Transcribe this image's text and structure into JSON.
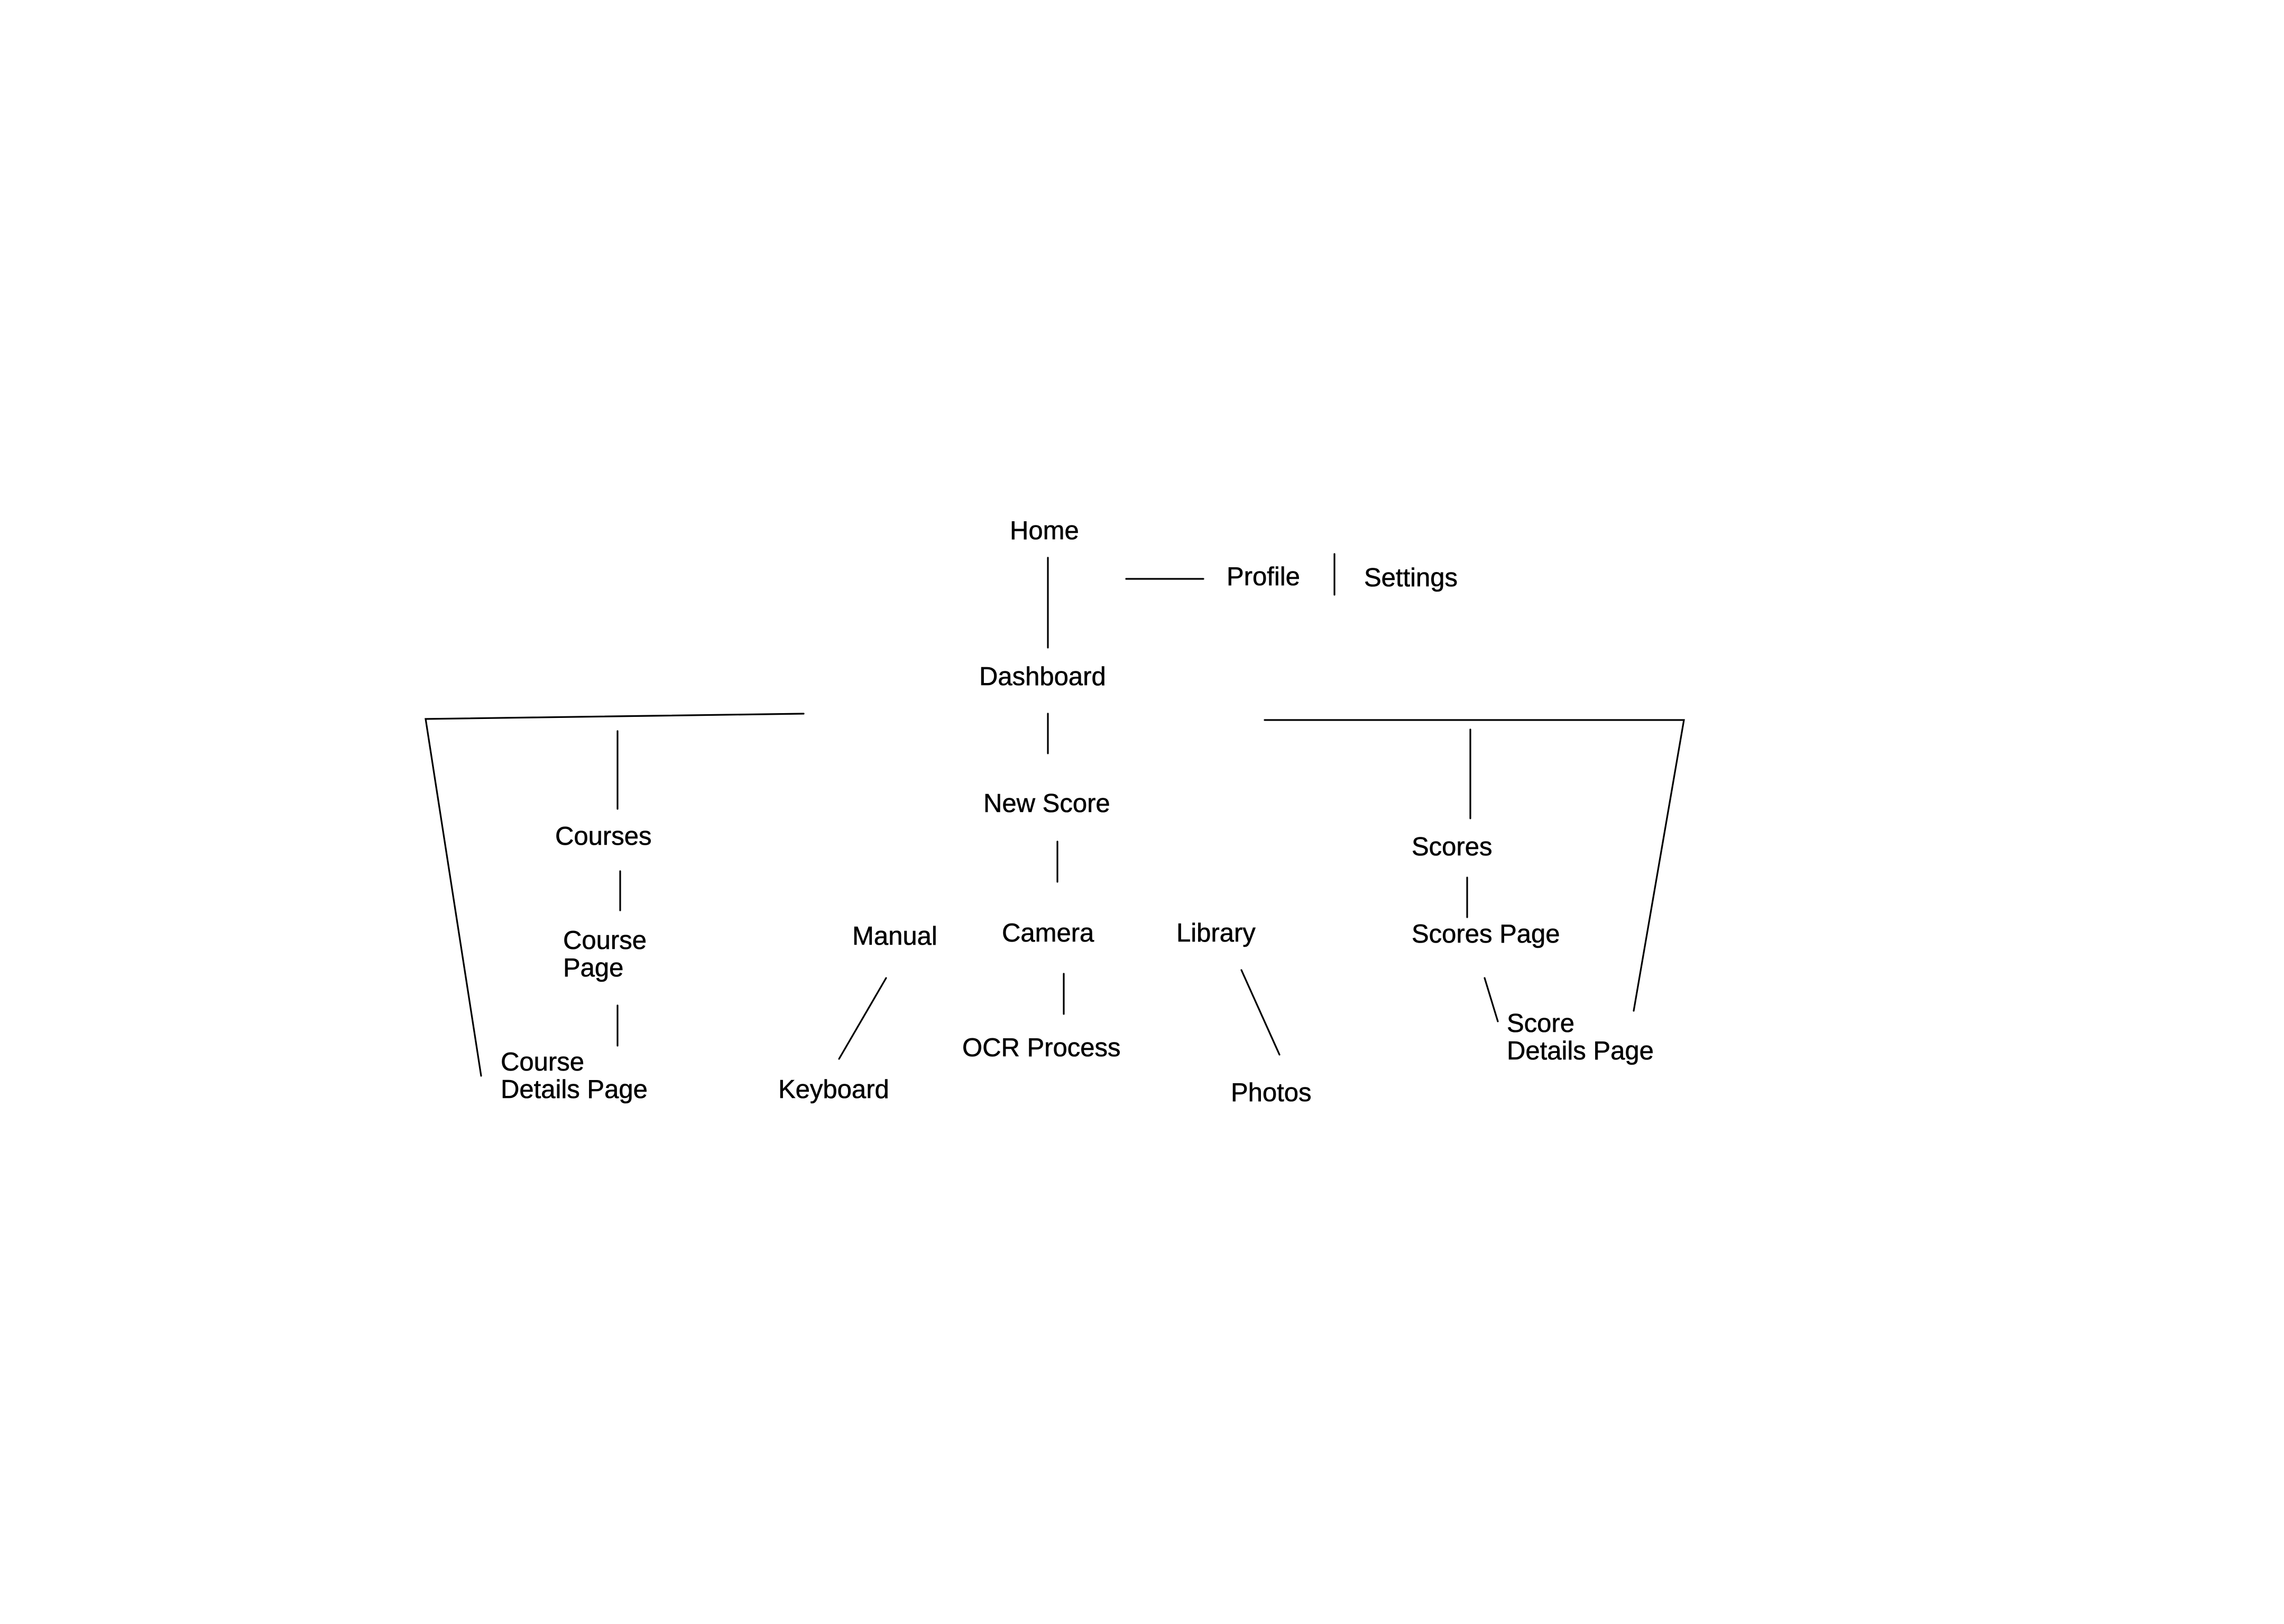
{
  "diagram": {
    "nodes": {
      "home": "Home",
      "profile": "Profile",
      "settings": "Settings",
      "dashboard": "Dashboard",
      "new_score": "New Score",
      "courses": "Courses",
      "course_page": [
        "Course",
        "Page"
      ],
      "course_details_page": [
        "Course",
        "Details Page"
      ],
      "manual": "Manual",
      "keyboard": "Keyboard",
      "camera": "Camera",
      "ocr_process": "OCR Process",
      "library": "Library",
      "photos": "Photos",
      "scores": "Scores",
      "scores_page": "Scores Page",
      "score_details_page": [
        "Score",
        "Details Page"
      ]
    },
    "edges": [
      [
        "home",
        "dashboard"
      ],
      [
        "home",
        "profile"
      ],
      [
        "profile",
        "settings"
      ],
      [
        "dashboard",
        "new_score"
      ],
      [
        "dashboard",
        "courses"
      ],
      [
        "dashboard",
        "course_details_page"
      ],
      [
        "dashboard",
        "scores"
      ],
      [
        "dashboard",
        "score_details_page"
      ],
      [
        "courses",
        "course_page"
      ],
      [
        "course_page",
        "course_details_page"
      ],
      [
        "new_score",
        "camera"
      ],
      [
        "manual",
        "keyboard"
      ],
      [
        "camera",
        "ocr_process"
      ],
      [
        "library",
        "photos"
      ],
      [
        "scores",
        "scores_page"
      ],
      [
        "scores_page",
        "score_details_page"
      ]
    ],
    "line_color": "#000000",
    "text_color": "#000000",
    "background": "#ffffff"
  }
}
